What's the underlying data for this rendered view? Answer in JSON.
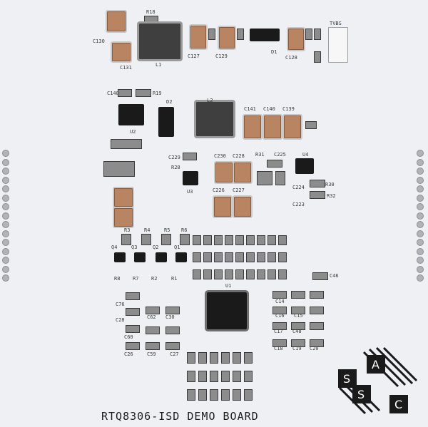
{
  "board": {
    "title": "RTQ8306-ISD   DEMO BOARD",
    "logo_letters": [
      "S",
      "A",
      "S",
      "C"
    ],
    "labels": {
      "c130": "C130",
      "c131": "C131",
      "r18": "R18",
      "l1": "L1",
      "c127": "C127",
      "c129": "C129",
      "d1": "D1",
      "c128": "C128",
      "tvbs": "TVBS",
      "c148": "C148",
      "r19": "R19",
      "u2": "U2",
      "d2": "D2",
      "l2": "L2",
      "c141": "C141",
      "c140": "C140",
      "c139": "C139",
      "c229": "C229",
      "r28": "R28",
      "u3": "U3",
      "c230": "C230",
      "c228": "C228",
      "r31": "R31",
      "c225": "C225",
      "u4": "U4",
      "c226": "C226",
      "c227": "C227",
      "c224": "C224",
      "r30": "R30",
      "r32": "R32",
      "c223": "C223",
      "r3": "R3",
      "r4": "R4",
      "r5": "R5",
      "r6": "R6",
      "r7": "R7",
      "r8": "R8",
      "r1": "R1",
      "r2": "R2",
      "q1": "Q1",
      "q2": "Q2",
      "q3": "Q3",
      "q4": "Q4",
      "u1": "U1",
      "c46": "C46",
      "c62": "C62",
      "c30": "C30",
      "c26": "C26",
      "c60": "C60",
      "c59": "C59",
      "c27": "C27",
      "c14": "C14",
      "c15": "C15",
      "c17": "C17",
      "c48": "C48",
      "c16": "C16",
      "c19": "C19",
      "c18": "C18",
      "c20": "C20",
      "c76": "C76",
      "c28": "C28"
    }
  }
}
